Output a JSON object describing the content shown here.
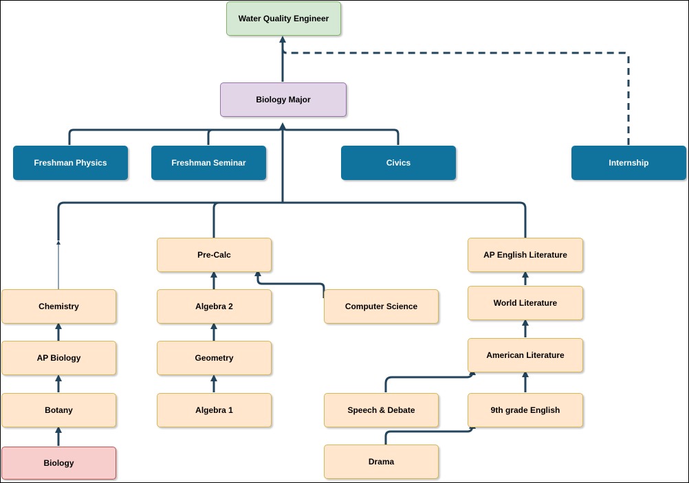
{
  "colors": {
    "edge": "#23445d",
    "peach_fill": "#ffe6cc",
    "peach_stroke": "#d6b656",
    "blue_fill": "#10739e",
    "green_fill": "#d5e8d4",
    "purple_fill": "#e1d5e7",
    "red_fill": "#f8cecc"
  },
  "nodes": {
    "water_quality_engineer": "Water Quality Engineer",
    "biology_major": "Biology Major",
    "freshman_physics": "Freshman Physics",
    "freshman_seminar": "Freshman Seminar",
    "civics": "Civics",
    "internship": "Internship",
    "pre_calc": "Pre-Calc",
    "ap_english_literature": "AP English Literature",
    "chemistry": "Chemistry",
    "algebra_2": "Algebra 2",
    "computer_science": "Computer Science",
    "world_literature": "World Literature",
    "ap_biology": "AP Biology",
    "geometry": "Geometry",
    "american_literature": "American Literature",
    "botany": "Botany",
    "algebra_1": "Algebra 1",
    "speech_debate": "Speech & Debate",
    "ninth_grade_english": "9th grade English",
    "biology": "Biology",
    "drama": "Drama"
  }
}
